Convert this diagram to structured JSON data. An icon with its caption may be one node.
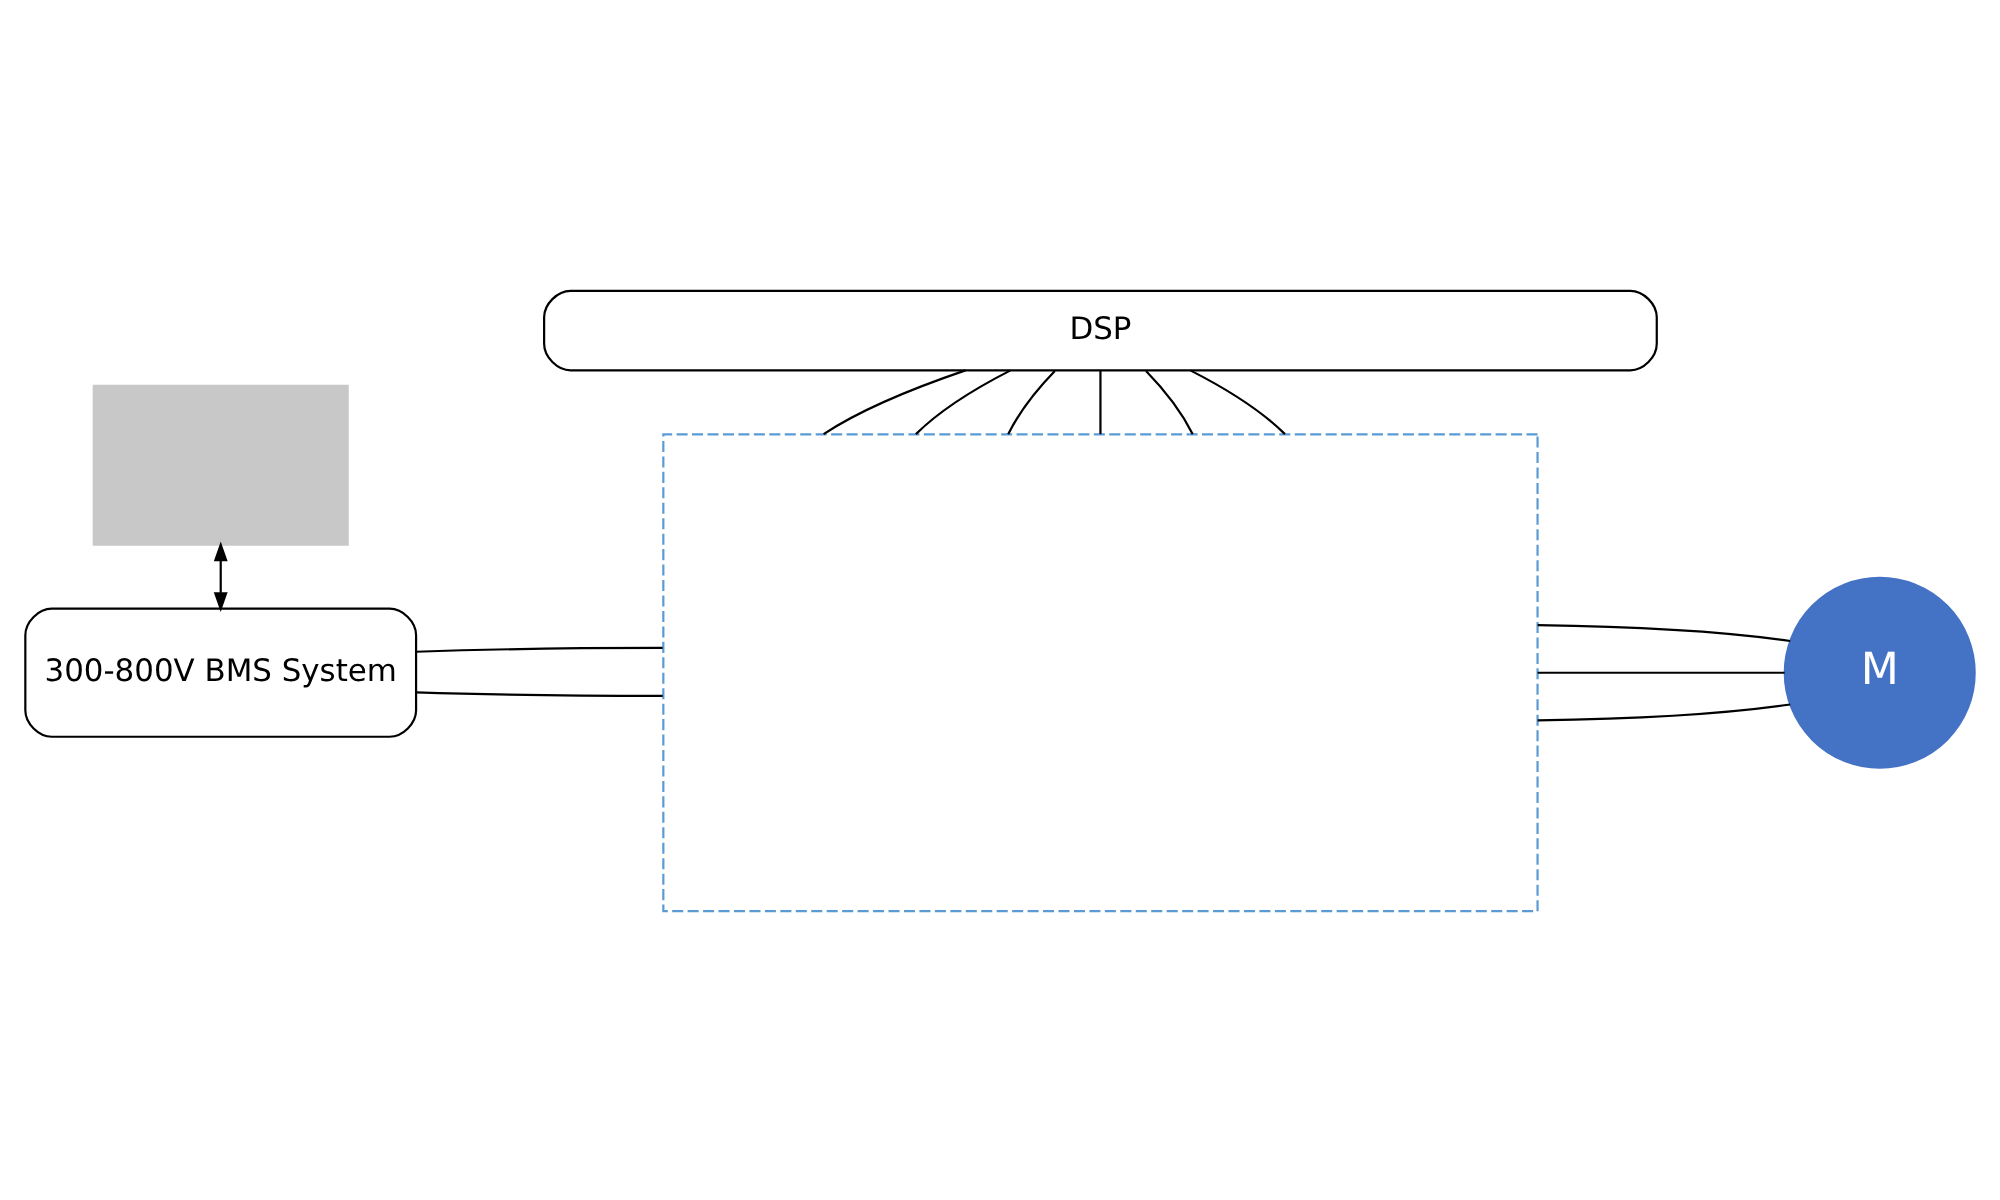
{
  "diagram": {
    "nodes": [
      {
        "text": [],
        "shape": "box"
      },
      {
        "text": [
          "300-800V BMS System"
        ]
      },
      {
        "text": [],
        "shape": "box"
      },
      {
        "text": [
          "M"
        ]
      },
      {
        "text": [
          "DSP"
        ]
      }
    ],
    "edges": [
      {
        "from": 0,
        "to": 1,
        "arrow": "both"
      },
      {
        "from": 1,
        "to": 2,
        "arrow": "none"
      },
      {
        "from": 1,
        "to": 2,
        "arrow": "none"
      },
      {
        "from": 2,
        "to": 3,
        "arrow": "none"
      },
      {
        "from": 2,
        "to": 3,
        "arrow": "none"
      },
      {
        "from": 2,
        "to": 3,
        "arrow": "none"
      },
      {
        "from": 4,
        "to": 2,
        "arrow": "none"
      },
      {
        "from": 4,
        "to": 2,
        "arrow": "none"
      },
      {
        "from": 4,
        "to": 2,
        "arrow": "none"
      },
      {
        "from": 4,
        "to": 2,
        "arrow": "none"
      },
      {
        "from": 4,
        "to": 2,
        "arrow": "none"
      },
      {
        "from": 4,
        "to": 2,
        "arrow": "none"
      }
    ]
  }
}
